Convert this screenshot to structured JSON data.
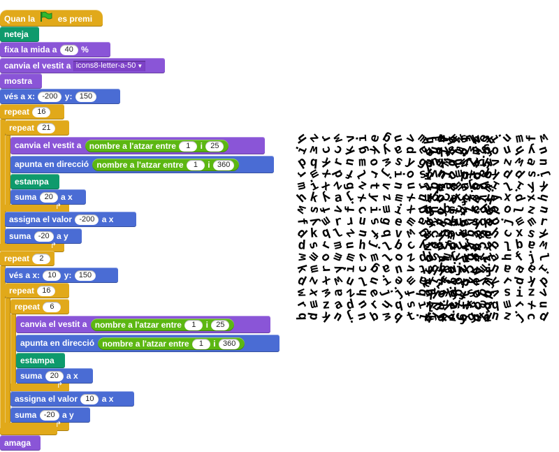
{
  "script": {
    "hat": {
      "label_pre": "Quan la",
      "label_post": "es premi",
      "flag_icon": "green-flag-icon",
      "flag_color": "#2eb82e"
    },
    "clear": "neteja",
    "set_size": {
      "label": "fixa la mida a",
      "value": "40",
      "suffix": "%"
    },
    "switch_costume": {
      "label": "canvia el vestit a",
      "value": "icons8-letter-a-50"
    },
    "show": "mostra",
    "goto1": {
      "label": "vés a x:",
      "x": "-200",
      "y_label": "y:",
      "y": "150"
    },
    "repeat_outer1": {
      "label": "repeat",
      "value": "16"
    },
    "repeat_inner1": {
      "label": "repeat",
      "value": "21"
    },
    "switch_random1": {
      "label": "canvia el vestit a",
      "reporter": "nombre a l'atzar entre",
      "from": "1",
      "and": "i",
      "to": "25"
    },
    "point_random1": {
      "label": "apunta en direcció",
      "reporter": "nombre a l'atzar entre",
      "from": "1",
      "and": "i",
      "to": "360"
    },
    "stamp1": "estampa",
    "add1": {
      "label": "suma",
      "value": "20",
      "suffix": "a x"
    },
    "set1": {
      "label": "assigna el valor",
      "value": "-200",
      "suffix": "a x"
    },
    "add_y1": {
      "label": "suma",
      "value": "-20",
      "suffix": "a y"
    },
    "repeat_2": {
      "label": "repeat",
      "value": "2"
    },
    "goto2": {
      "label": "vés a x:",
      "x": "10",
      "y_label": "y:",
      "y": "150"
    },
    "repeat_outer2": {
      "label": "repeat",
      "value": "16"
    },
    "repeat_inner2": {
      "label": "repeat",
      "value": "6"
    },
    "switch_random2": {
      "label": "canvia el vestit a",
      "reporter": "nombre a l'atzar entre",
      "from": "1",
      "and": "i",
      "to": "25"
    },
    "point_random2": {
      "label": "apunta en direcció",
      "reporter": "nombre a l'atzar entre",
      "from": "1",
      "and": "i",
      "to": "360"
    },
    "stamp2": "estampa",
    "add2": {
      "label": "suma",
      "value": "20",
      "suffix": "a x"
    },
    "set2": {
      "label": "assigna el valor",
      "value": "10",
      "suffix": "a x"
    },
    "add_y2": {
      "label": "suma",
      "value": "-20",
      "suffix": "a y"
    },
    "hide": "amaga"
  },
  "colors": {
    "events": "#e1a91a",
    "pen": "#0e9a6c",
    "looks": "#8a55d7",
    "motion": "#4a6cd4",
    "operators": "#5cb712",
    "control": "#e1a91a"
  },
  "stage": {
    "letters_seed": "abcdefghijklmnopqrstuvwxyz",
    "glyph_color": "#000000"
  }
}
